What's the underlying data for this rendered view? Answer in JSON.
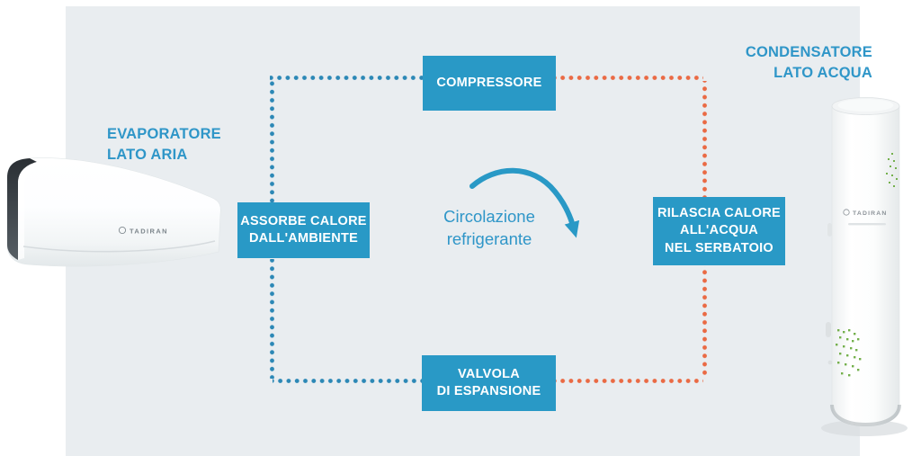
{
  "colors": {
    "accent": "#2999c6",
    "label": "#2f96c8",
    "dotBlue": "#2c88b6",
    "dotOrange": "#ea6a44",
    "panel": "#e9edf0",
    "green": "#74b04c",
    "boxText": "#ffffff"
  },
  "diagram": {
    "side_labels": {
      "evaporator": {
        "line1": "EVAPORATORE",
        "line2": "LATO ARIA"
      },
      "condenser": {
        "line1": "CONDENSATORE",
        "line2": "LATO ACQUA"
      }
    },
    "nodes": {
      "compressor": {
        "line1": "COMPRESSORE"
      },
      "absorb": {
        "line1": "ASSORBE CALORE",
        "line2": "DALL'AMBIENTE"
      },
      "release": {
        "line1": "RILASCIA CALORE",
        "line2": "ALL'ACQUA",
        "line3": "NEL SERBATOIO"
      },
      "valve": {
        "line1": "VALVOLA",
        "line2": "DI ESPANSIONE"
      }
    },
    "center_caption": {
      "line1": "Circolazione",
      "line2": "refrigerante"
    }
  },
  "products": {
    "air_conditioner_brand": "TADIRAN",
    "water_tank_brand": "TADIRAN"
  }
}
